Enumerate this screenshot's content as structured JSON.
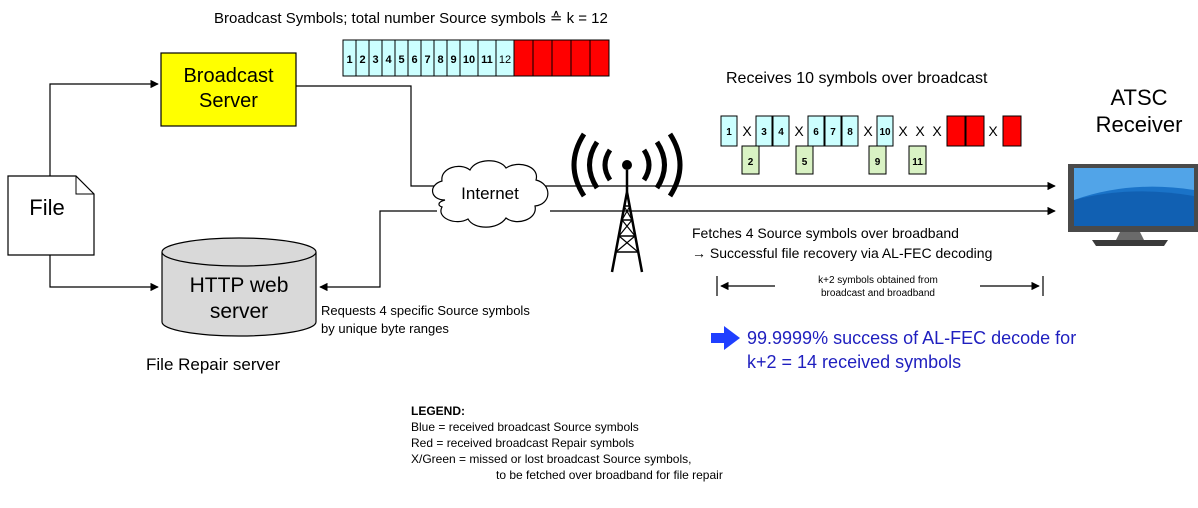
{
  "header": {
    "title": "Broadcast Symbols; total number Source symbols",
    "defsym": "≙",
    "k_eq": "k = 12"
  },
  "broadcast_symbols": [
    "1",
    "2",
    "3",
    "4",
    "5",
    "6",
    "7",
    "8",
    "9",
    "10",
    "11",
    "12"
  ],
  "repair_symbol_count": 5,
  "nodes": {
    "file": "File",
    "broadcast_server": [
      "Broadcast",
      "Server"
    ],
    "http_server": [
      "HTTP web",
      "server"
    ],
    "file_repair_caption": "File Repair server",
    "internet": "Internet",
    "atsc_receiver": [
      "ATSC",
      "Receiver"
    ]
  },
  "received": {
    "title": "Receives 10 symbols over broadcast",
    "sequence": [
      "1",
      "X",
      "3",
      "4",
      "X",
      "6",
      "7",
      "8",
      "X",
      "10",
      "X",
      "X",
      "X",
      "R",
      "R",
      "X",
      "R"
    ]
  },
  "broadband": {
    "symbols": [
      "2",
      "5",
      "9",
      "11"
    ],
    "line1": "Fetches 4 Source symbols over broadband",
    "line2": "→ Successful file recovery via AL-FEC decoding"
  },
  "span": {
    "line1": "k+2 symbols obtained from",
    "line2": "broadcast and broadband"
  },
  "request": {
    "line1": "Requests 4 specific Source symbols",
    "line2": "by unique byte ranges"
  },
  "success": {
    "line1": "99.9999% success of AL-FEC decode for",
    "line2": "k+2 = 14 received symbols"
  },
  "legend": {
    "title": "LEGEND:",
    "lines": [
      "Blue = received broadcast Source symbols",
      "Red = received broadcast Repair symbols",
      "X/Green = missed or lost broadcast Source symbols,",
      "to be fetched over broadband for file repair"
    ]
  },
  "colors": {
    "source_symbol": "#ccffff",
    "repair_symbol": "#ff0000",
    "fetched_symbol": "#d9f2c4",
    "broadcast_server": "#ffff00",
    "http_server": "#d9d9d9",
    "success_text": "#1f1fbf",
    "success_arrow": "#1f3fff"
  }
}
